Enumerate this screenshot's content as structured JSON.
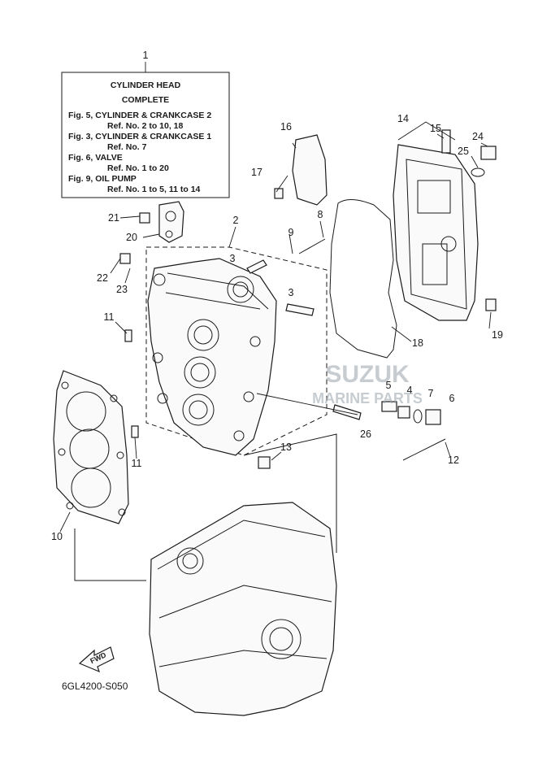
{
  "info_box": {
    "lines": [
      "CYLINDER HEAD",
      "COMPLETE",
      "Fig. 5, CYLINDER & CRANKCASE 2",
      "Ref. No. 2 to 10, 18",
      "Fig. 3, CYLINDER & CRANKCASE 1",
      "Ref. No. 7",
      "Fig. 6, VALVE",
      "Ref. No. 1 to 20",
      "Fig. 9, OIL PUMP",
      "Ref. No. 1 to 5, 11 to 14"
    ]
  },
  "callouts": [
    "1",
    "2",
    "3",
    "3",
    "4",
    "5",
    "6",
    "7",
    "8",
    "9",
    "10",
    "11",
    "11",
    "12",
    "13",
    "14",
    "15",
    "16",
    "17",
    "18",
    "19",
    "20",
    "21",
    "22",
    "23",
    "24",
    "25",
    "26"
  ],
  "fwd_label": "FWD",
  "diagram_code": "6GL4200-S050",
  "watermark": {
    "line1": "SUZUK",
    "line2": "MARINE PARTS"
  }
}
